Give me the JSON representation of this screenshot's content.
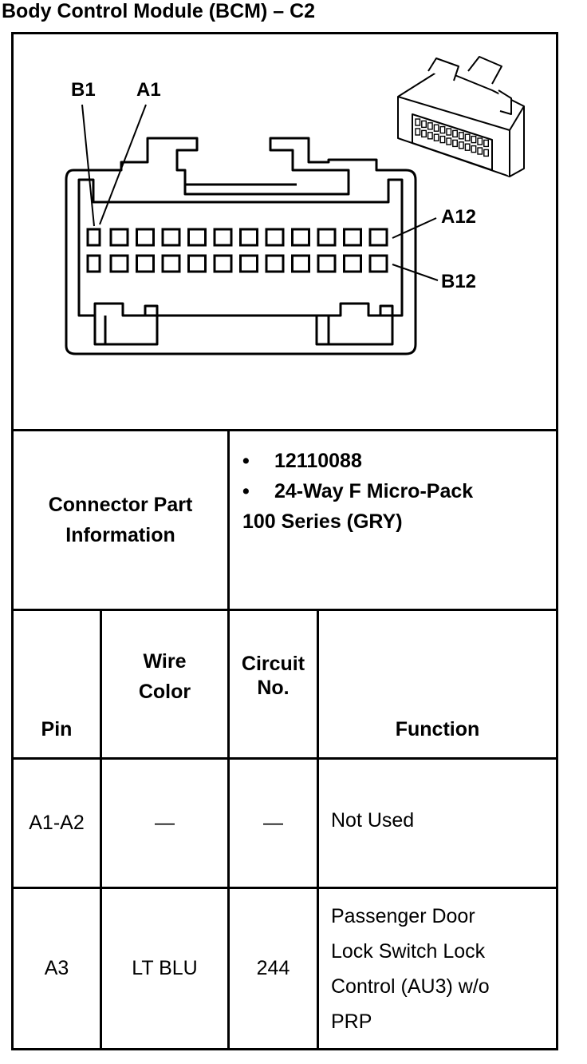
{
  "title": "Body Control Module (BCM) – C2",
  "diagram": {
    "label_b1": "B1",
    "label_a1": "A1",
    "label_a12": "A12",
    "label_b12": "B12",
    "pins_per_row": 12
  },
  "connector_info": {
    "label_line1": "Connector Part",
    "label_line2": "Information",
    "bullet": "•",
    "part_number": "12110088",
    "description_line1": "24-Way F Micro-Pack",
    "description_line2": "100 Series (GRY)"
  },
  "table": {
    "headers": {
      "pin": "Pin",
      "wire_color_line1": "Wire",
      "wire_color_line2": "Color",
      "circuit_line1": "Circuit",
      "circuit_line2": "No.",
      "function": "Function"
    },
    "rows": [
      {
        "pin": "A1-A2",
        "wire_color": "—",
        "circuit": "—",
        "function_lines": [
          "Not Used"
        ]
      },
      {
        "pin": "A3",
        "wire_color": "LT BLU",
        "circuit": "244",
        "function_lines": [
          "Passenger Door",
          "Lock Switch Lock",
          "Control (AU3) w/o",
          "PRP"
        ]
      }
    ]
  }
}
